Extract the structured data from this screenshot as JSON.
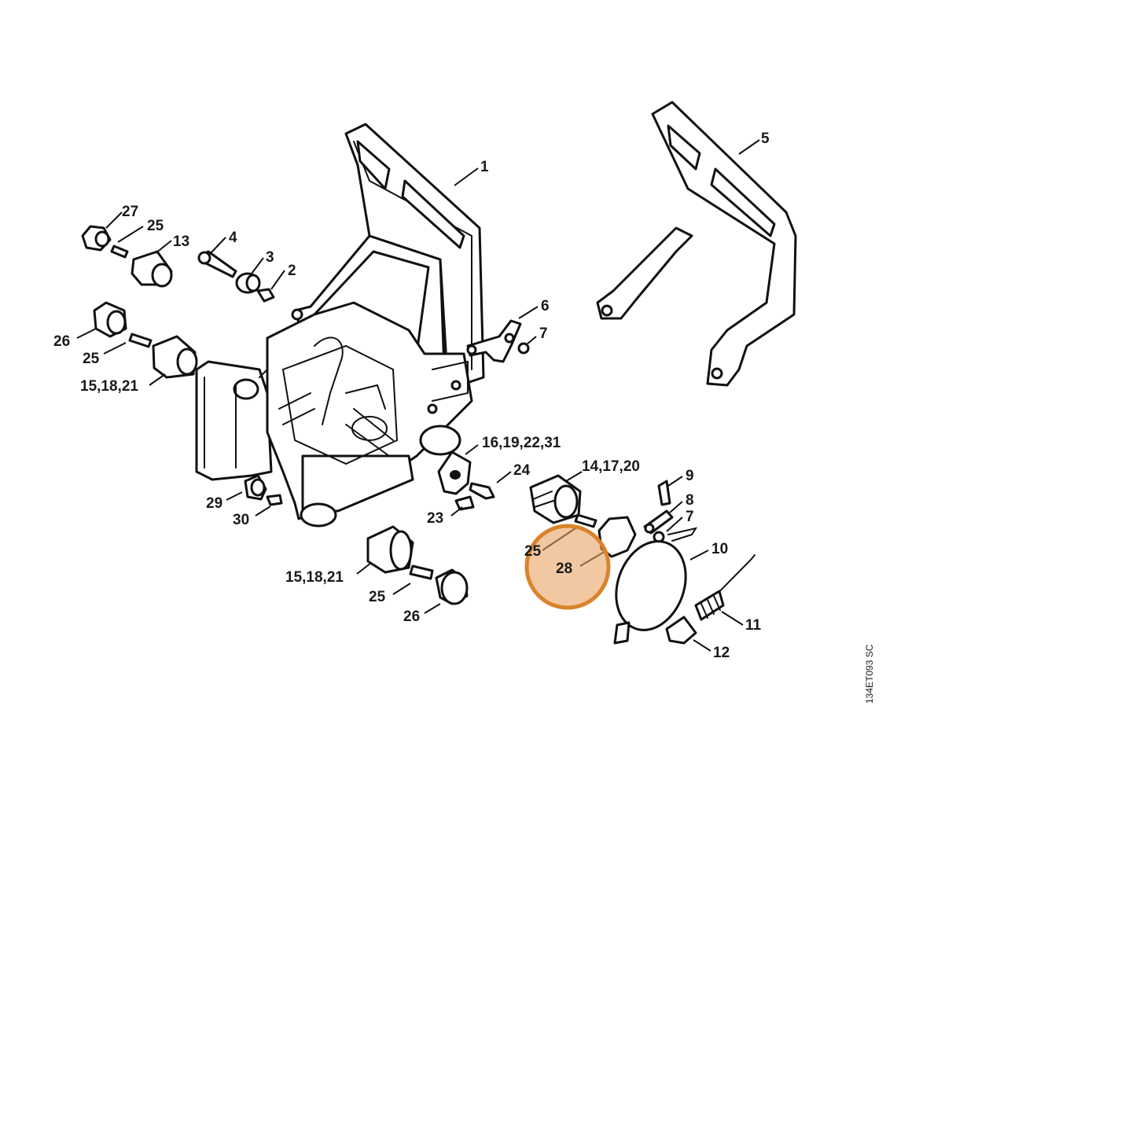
{
  "diagram": {
    "drawing_code": "134ET093 SC",
    "highlight_color": "#d9832a",
    "highlighted_callout": "28",
    "callouts": {
      "c1": "1",
      "c2": "2",
      "c3": "3",
      "c4": "4",
      "c5": "5",
      "c6": "6",
      "c7a": "7",
      "c7b": "7",
      "c8": "8",
      "c9": "9",
      "c10": "10",
      "c11": "11",
      "c12": "12",
      "c13": "13",
      "c14": "14,17,20",
      "c15a": "15,18,21",
      "c15b": "15,18,21",
      "c16": "16,19,22,31",
      "c23": "23",
      "c24": "24",
      "c25a": "25",
      "c25b": "25",
      "c25c": "25",
      "c25d": "25",
      "c26a": "26",
      "c26b": "26",
      "c27": "27",
      "c28": "28",
      "c29": "29",
      "c30": "30"
    }
  }
}
